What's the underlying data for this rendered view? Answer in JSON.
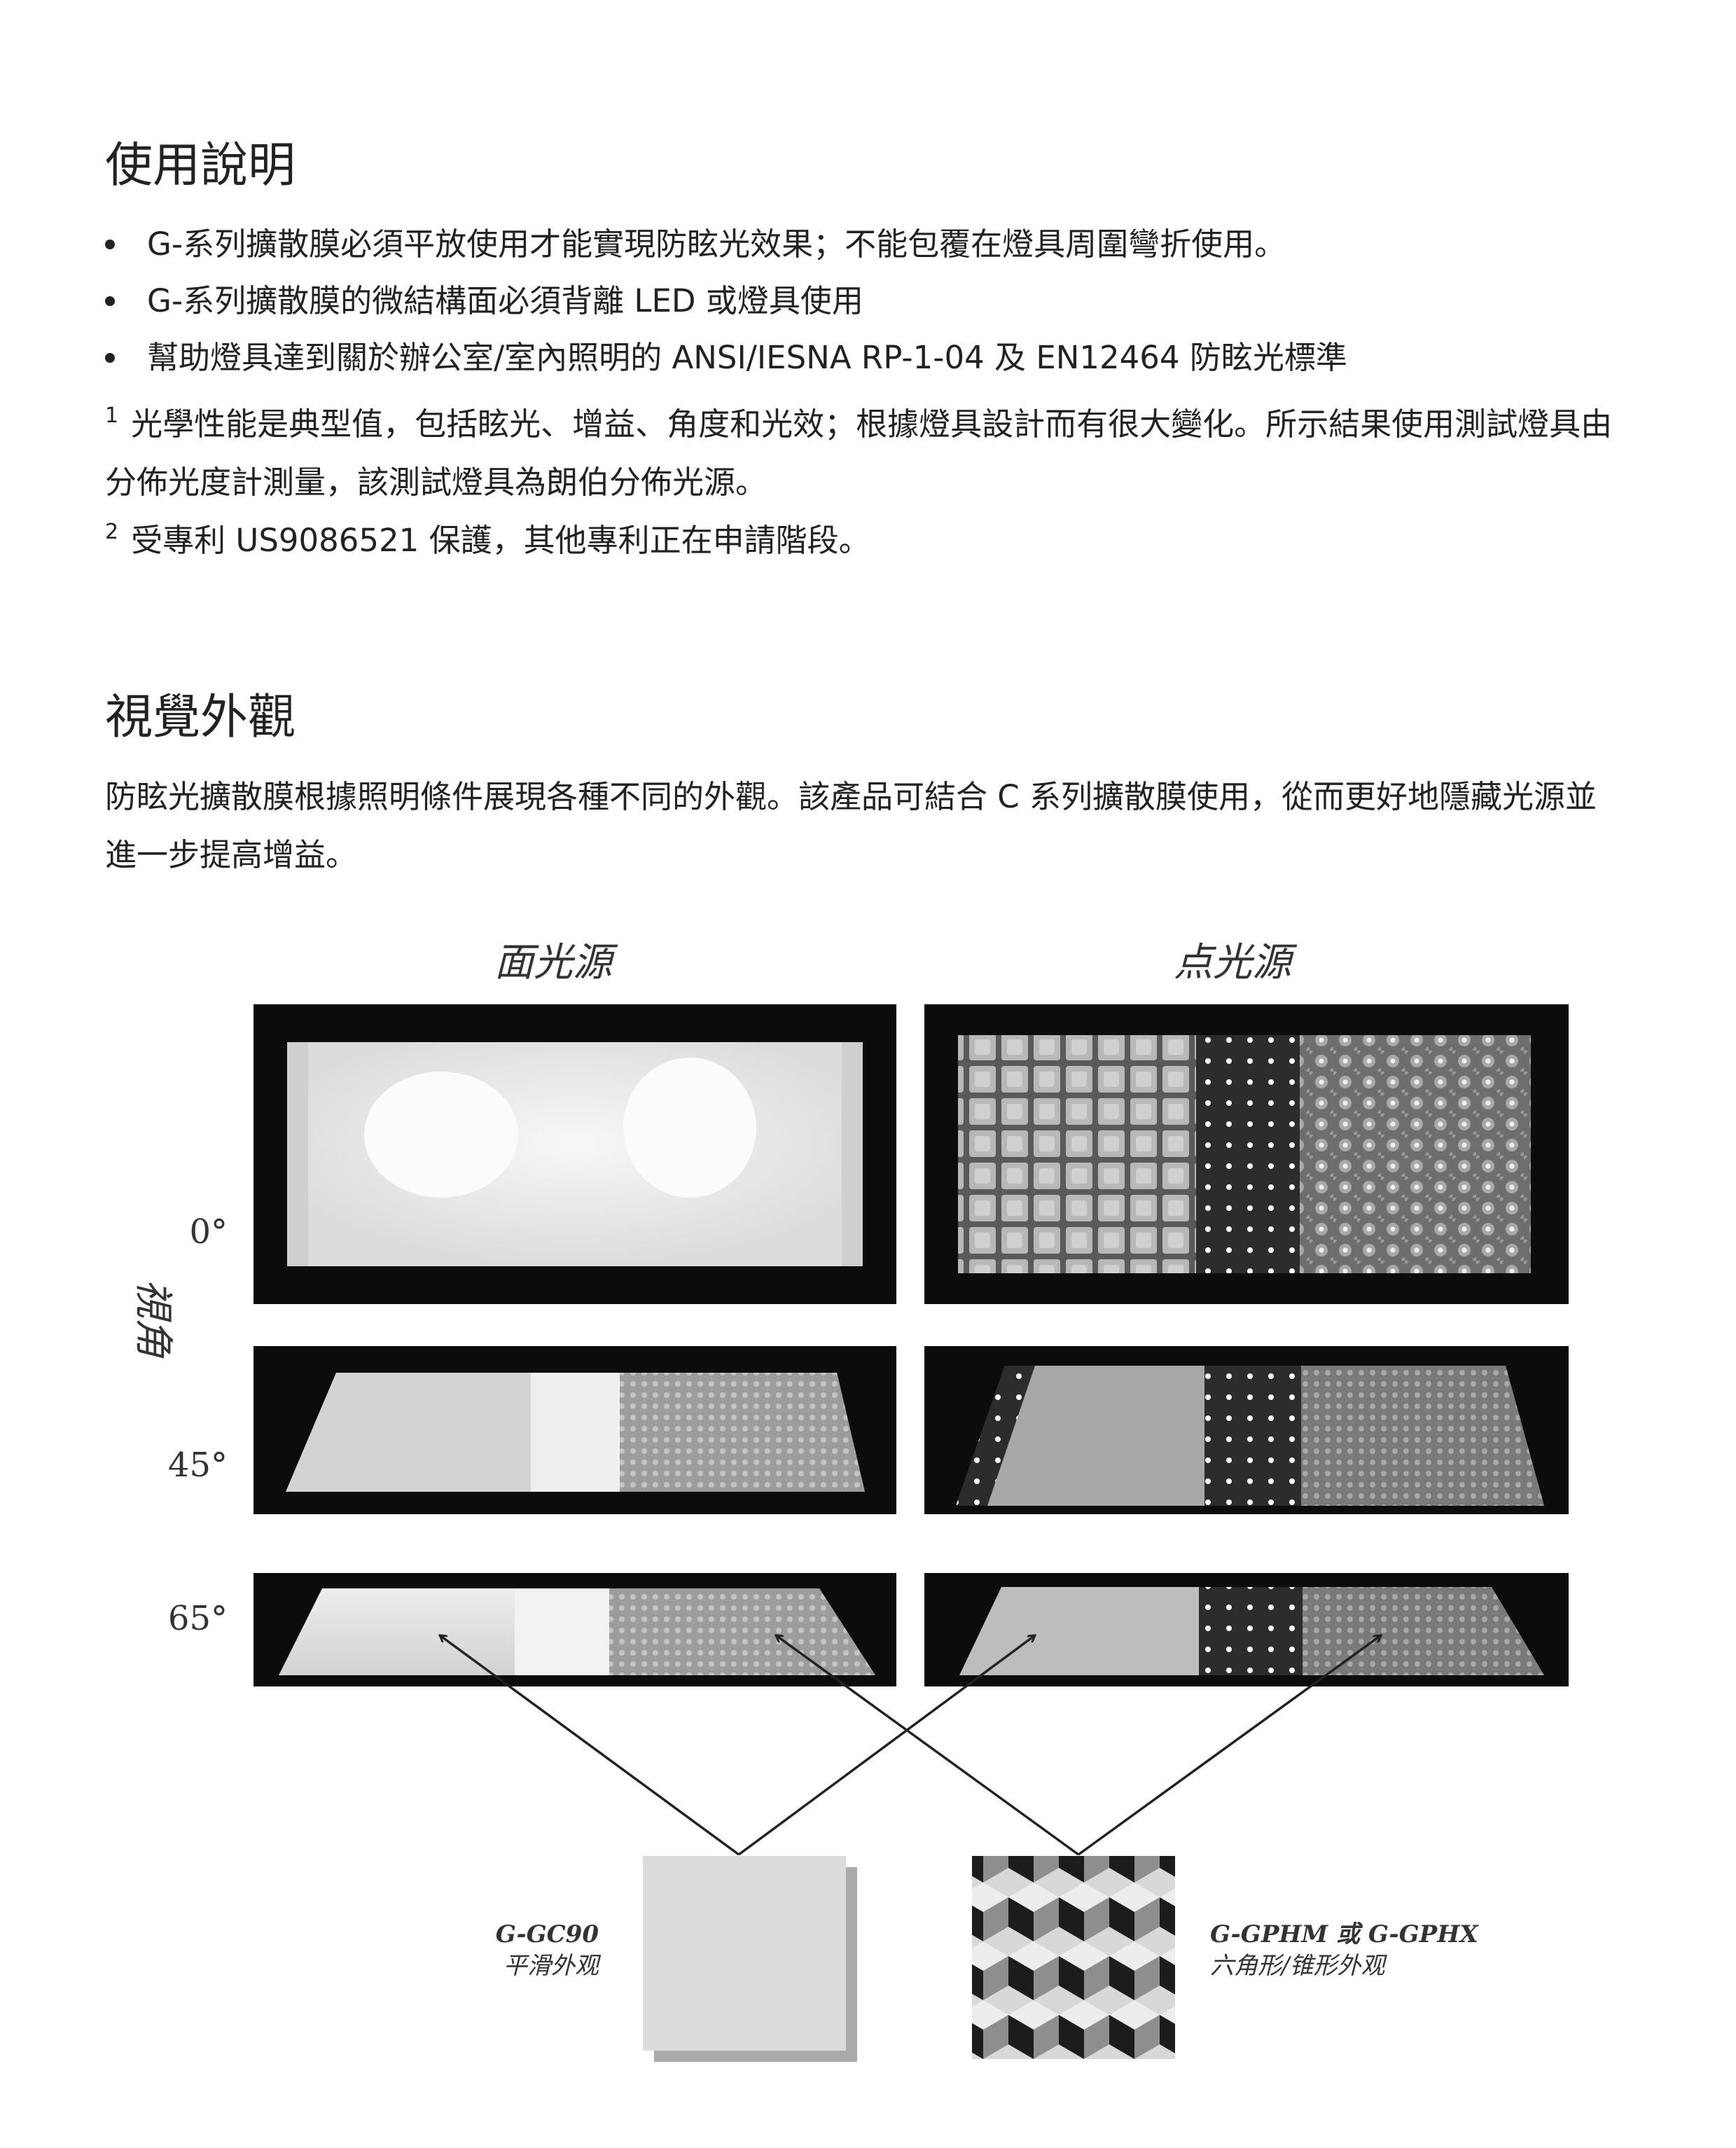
{
  "section1": {
    "title": "使用說明",
    "bullets": [
      "G-系列擴散膜必須平放使用才能實現防眩光效果；不能包覆在燈具周圍彎折使用。",
      "G-系列擴散膜的微結構面必須背離 LED  或燈具使用",
      "幫助燈具達到關於辦公室/室內照明的 ANSI/IESNA RP-1-04  及 EN12464  防眩光標準"
    ],
    "footnote1_mark": "1",
    "footnote1": "光學性能是典型值，包括眩光、增益、角度和光效；根據燈具設計而有很大變化。所示結果使用測試燈具由分佈光度計測量，該測試燈具為朗伯分佈光源。",
    "footnote2_mark": "2",
    "footnote2": "受專利 US9086521  保護，其他專利正在申請階段。"
  },
  "section2": {
    "title": "視覺外觀",
    "description": "防眩光擴散膜根據照明條件展現各種不同的外觀。該產品可結合 C  系列擴散膜使用，從而更好地隱藏光源並進一步提高增益。"
  },
  "figure": {
    "col_left": "面光源",
    "col_right": "点光源",
    "axis_label": "視角",
    "angles": [
      "0°",
      "45°",
      "65°"
    ],
    "sample_left_name": "G-GC90",
    "sample_left_desc": "平滑外观",
    "sample_right_name": "G-GPHM 或 G-GPHX",
    "sample_right_desc": "六角形/锥形外观"
  }
}
